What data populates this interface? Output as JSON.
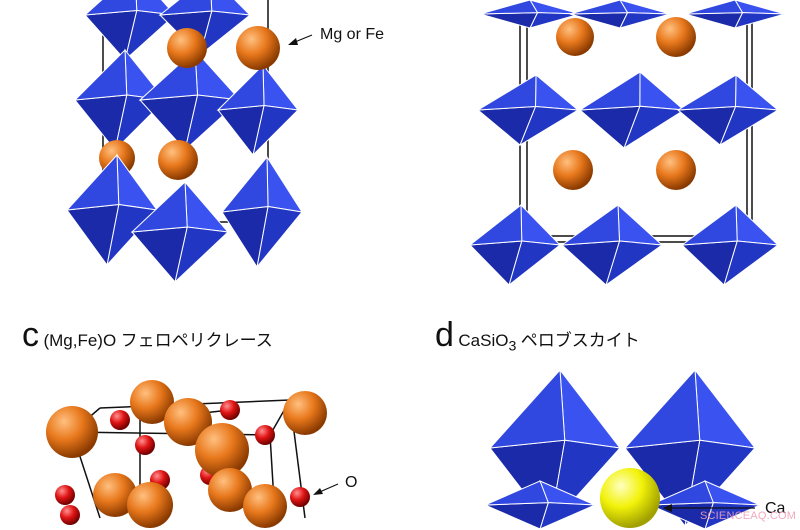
{
  "panels": {
    "a": {
      "atom_label": "Mg or Fe"
    },
    "b": {},
    "c": {
      "letter": "c",
      "formula": "(Mg,Fe)O",
      "name_jp": "フェロペリクレース",
      "atom_label": "O"
    },
    "d": {
      "letter": "d",
      "formula_main": "CaSiO",
      "formula_sub": "3",
      "name_jp": "ペロブスカイト",
      "atom_label": "Ca"
    }
  },
  "watermark": "SCIENCEAQ.COM",
  "colors": {
    "octahedron": "#2b3fd6",
    "mg_fe_atom": "#e8781c",
    "oxygen_atom": "#e01414",
    "calcium_atom": "#f2f20a",
    "edges": "#ffffff"
  }
}
